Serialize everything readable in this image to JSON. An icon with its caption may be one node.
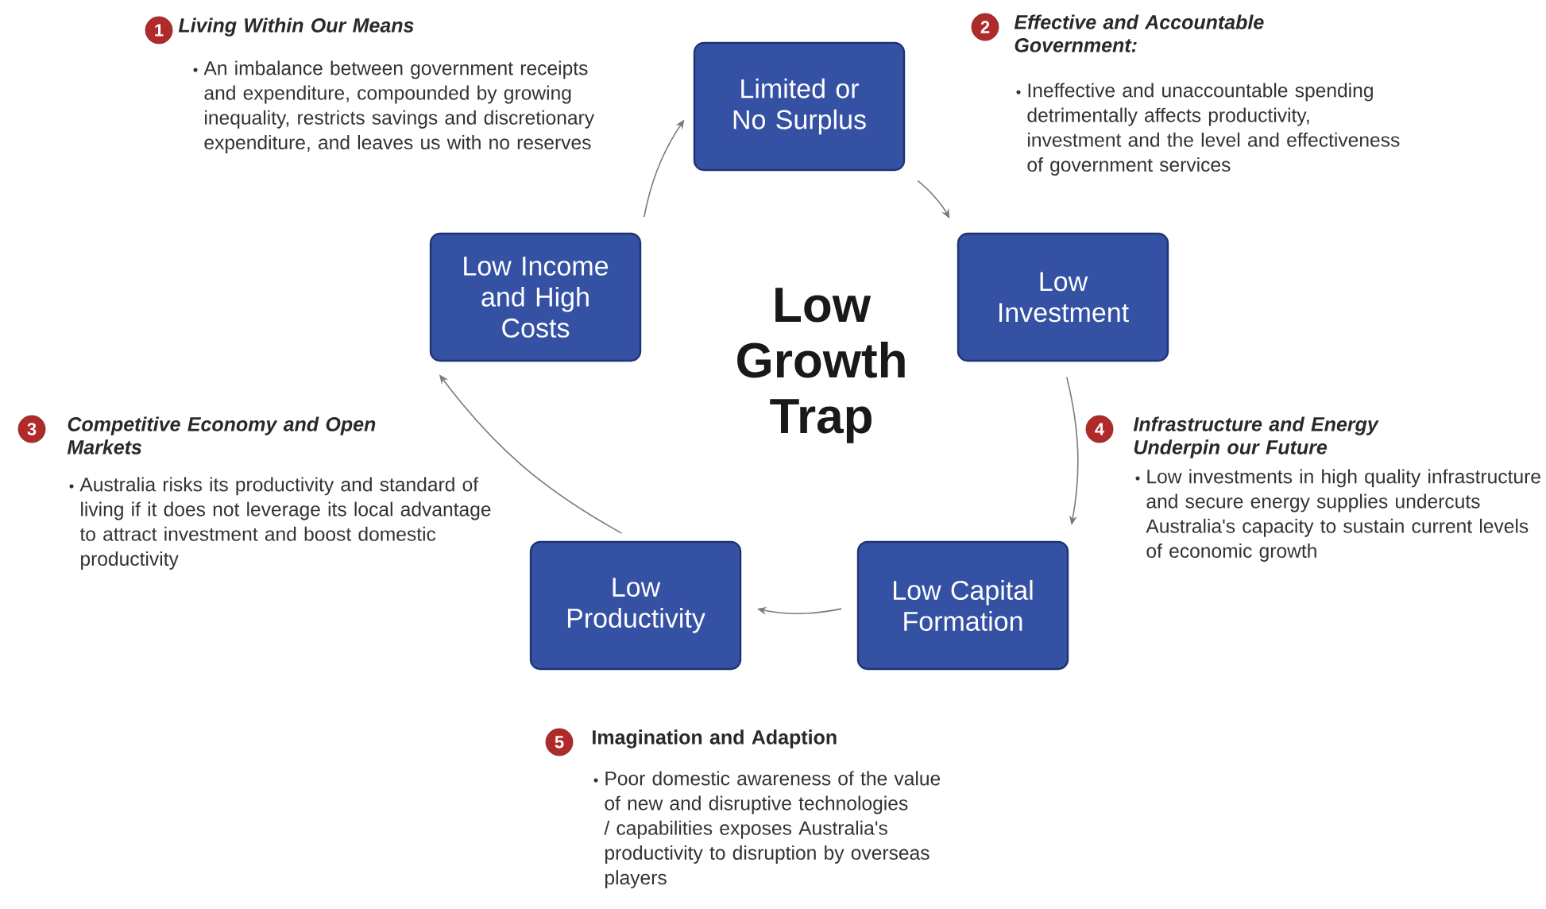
{
  "diagram": {
    "nodes": [
      {
        "text": [
          "Limited or No Surplus"
        ]
      },
      {
        "text": [
          "Low Investment"
        ]
      },
      {
        "text": [
          "Low Capital Formation"
        ]
      },
      {
        "text": [
          "Low Productivity"
        ]
      },
      {
        "text": [
          "Low Income and High Costs"
        ]
      },
      {
        "text": [
          "1"
        ],
        "beside": [
          "Living Within Our Means",
          "An imbalance between government receipts and expenditure, compounded by growing inequality, restricts savings and discretionary expenditure, and leaves us with no reserves"
        ]
      },
      {
        "text": [
          "2"
        ],
        "beside": [
          "Effective and Accountable Government:",
          "Ineffective and unaccountable spending detrimentally affects productivity, investment and the level and effectiveness of government services"
        ]
      },
      {
        "text": [
          "3"
        ],
        "beside": [
          "Competitive Economy and Open Markets",
          "Australia risks its productivity and standard of living if it does not leverage its local advantage to attract investment and boost domestic productivity"
        ]
      },
      {
        "text": [
          "4"
        ],
        "beside": [
          "Infrastructure and Energy Underpin our Future",
          "Low investments in high quality infrastructure and secure energy supplies undercuts Australia's capacity to sustain current levels of economic growth"
        ]
      },
      {
        "text": [
          "5"
        ],
        "beside": [
          "Imagination and Adaption",
          "Poor domestic awareness of the value of new and disruptive technologies / capabilities exposes Australia's productivity to disruption by overseas players"
        ]
      }
    ],
    "edges": [
      {
        "from": 0,
        "to": 1,
        "arrow": "to"
      },
      {
        "from": 1,
        "to": 2,
        "arrow": "to"
      },
      {
        "from": 2,
        "to": 3,
        "arrow": "to"
      },
      {
        "from": 3,
        "to": 4,
        "arrow": "to"
      },
      {
        "from": 4,
        "to": 0,
        "arrow": "to"
      }
    ],
    "labels": [
      "Low Growth Trap"
    ]
  }
}
